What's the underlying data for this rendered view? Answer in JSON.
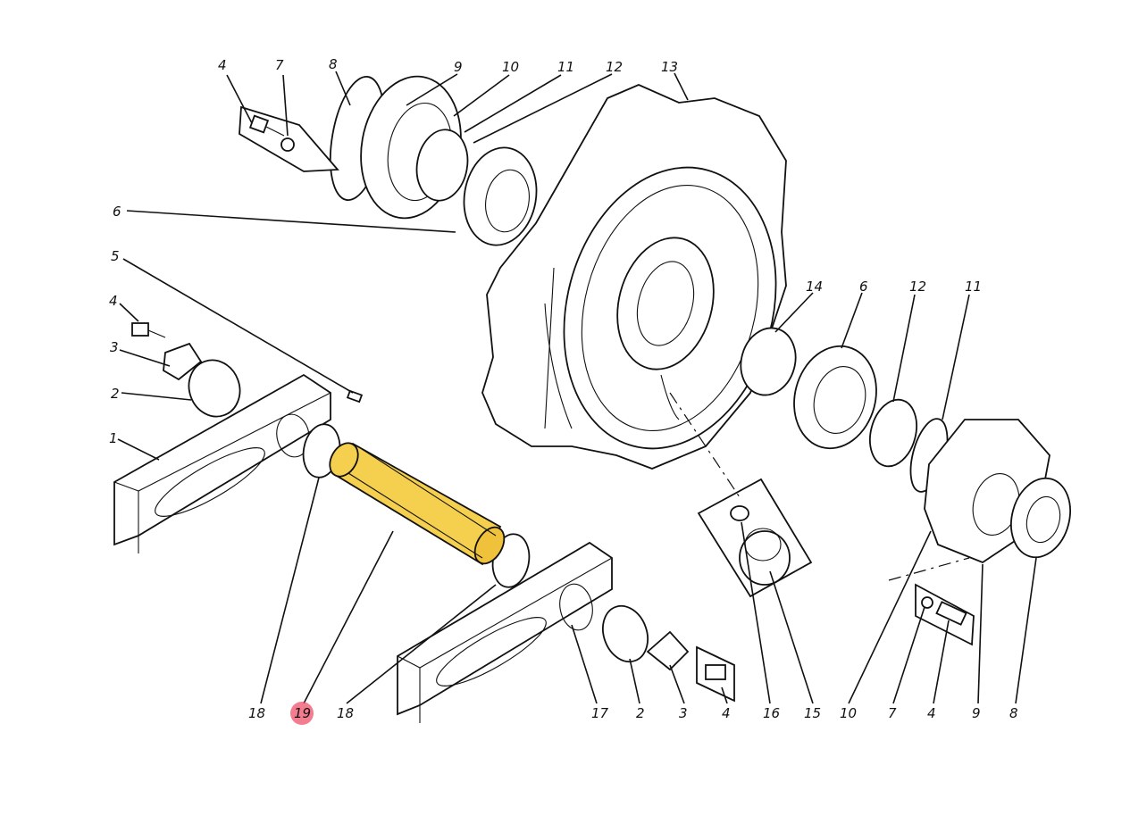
{
  "labels": {
    "top": [
      "4",
      "7",
      "8",
      "9",
      "10",
      "11",
      "12",
      "13"
    ],
    "l6": "6",
    "l5": "5",
    "l4a": "4",
    "l3a": "3",
    "l2a": "2",
    "l1": "1",
    "r14": "14",
    "r6": "6",
    "r12": "12",
    "r11": "11",
    "bottom": [
      "18",
      "19",
      "18",
      "17",
      "2",
      "3",
      "4",
      "16",
      "15",
      "10",
      "7",
      "4",
      "9",
      "8"
    ]
  },
  "highlight": {
    "part_label": "19",
    "fill": "#f5cf4e",
    "marker": "#f0506a"
  }
}
